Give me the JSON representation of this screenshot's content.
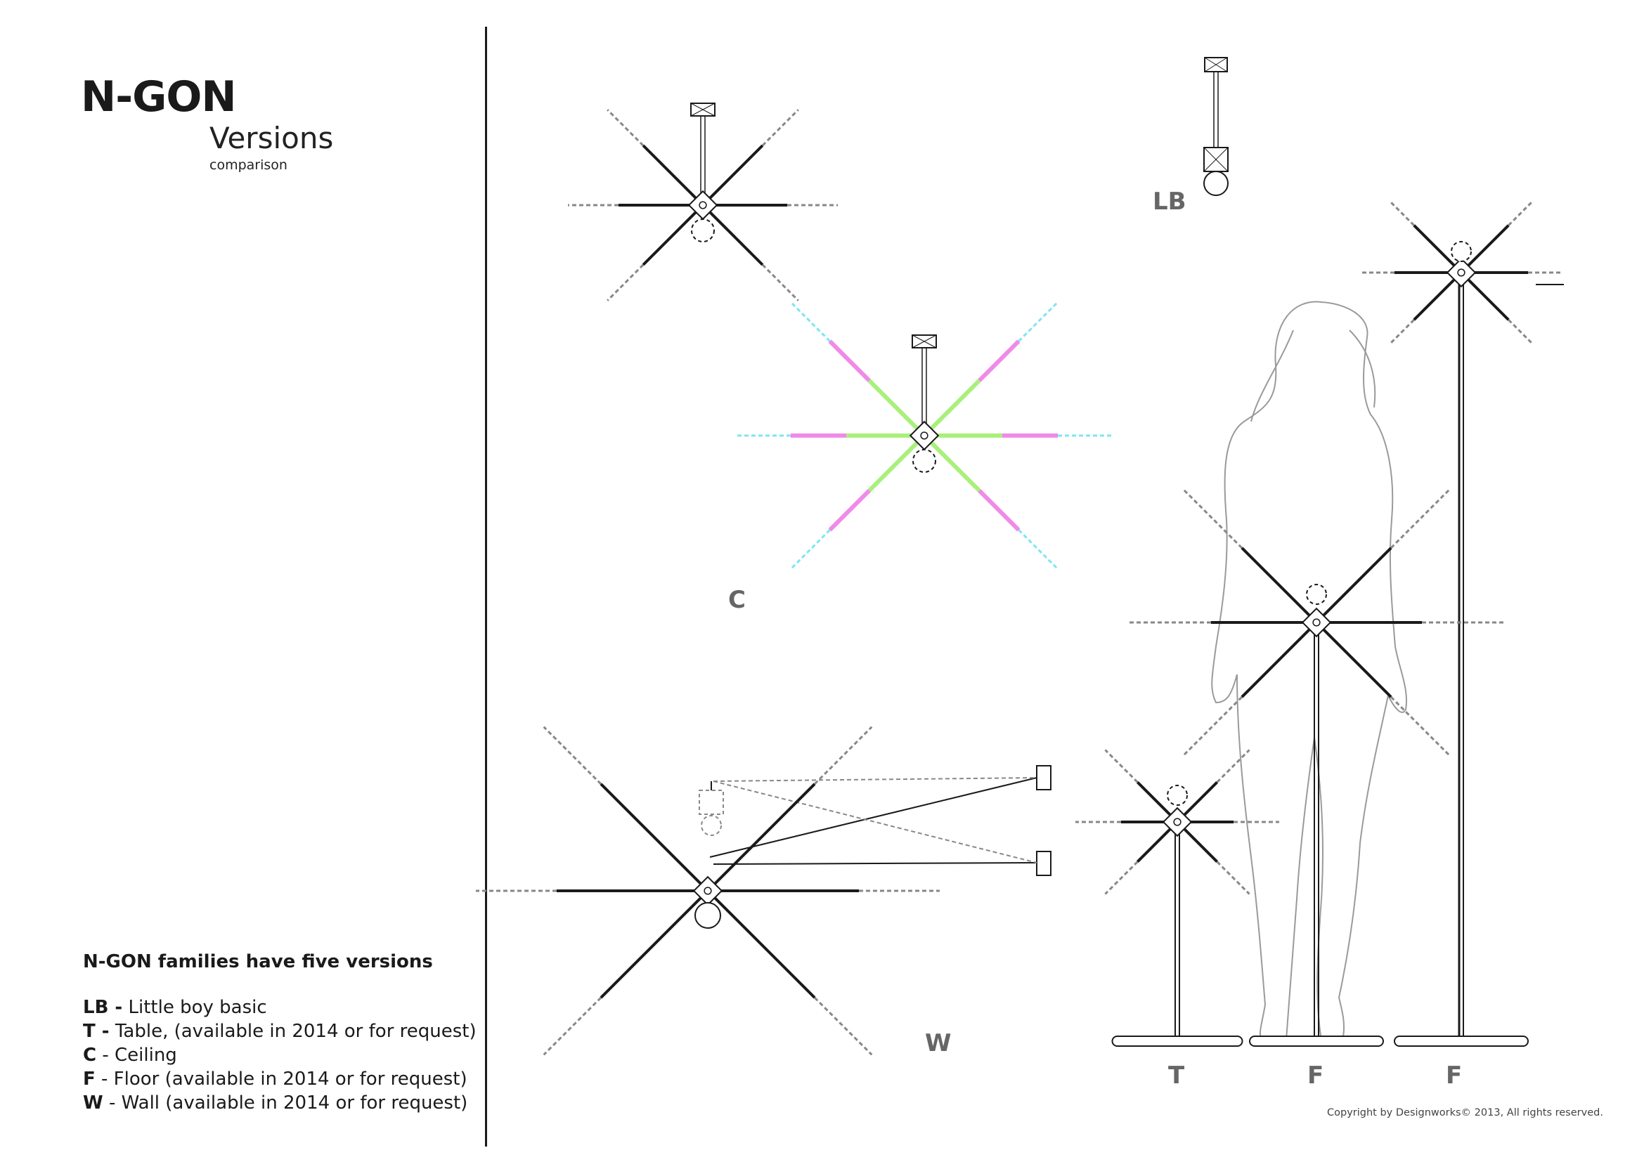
{
  "header": {
    "title": "N-GON",
    "subtitle": "Versions",
    "subsubtitle": "comparison"
  },
  "legend": {
    "heading": "N-GON families have five versions",
    "items": [
      {
        "code": "LB -",
        "text": " Little boy basic"
      },
      {
        "code": "T -",
        "text": " Table, (available in 2014 or for request)"
      },
      {
        "code": "C",
        "text": " - Ceiling"
      },
      {
        "code": "F",
        "text": " - Floor (available in 2014 or for request)"
      },
      {
        "code": "W",
        "text": " - Wall (available in 2014 or for request)"
      }
    ]
  },
  "version_labels": {
    "lb": "LB",
    "c": "C",
    "w": "W",
    "t": "T",
    "f1": "F",
    "f2": "F"
  },
  "copyright": "Copyright by Designworks© 2013, All rights reserved.",
  "colors": {
    "line": "#1a1a1a",
    "dashed": "#888888",
    "arm_green": "#a9f07a",
    "arm_pink": "#f08ae8",
    "arm_cyan": "#7ee6f0",
    "figure": "#9a9a9a"
  }
}
